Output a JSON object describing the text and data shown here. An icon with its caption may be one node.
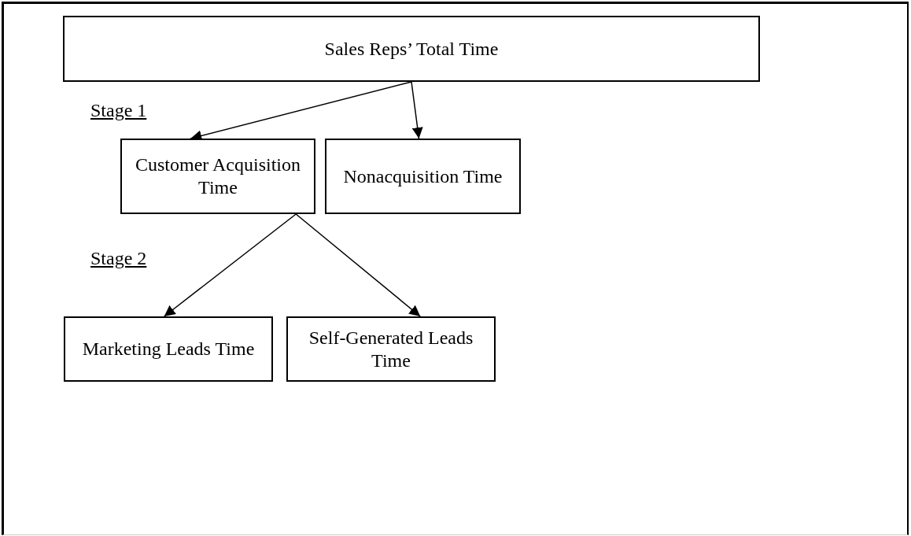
{
  "diagram": {
    "nodes": [
      {
        "text": [
          "Sales Reps’ Total Time"
        ]
      },
      {
        "text": [
          "Customer Acquisition Time"
        ]
      },
      {
        "text": [
          "Nonacquisition Time"
        ]
      },
      {
        "text": [
          "Marketing Leads Time"
        ]
      },
      {
        "text": [
          "Self-Generated Leads Time"
        ]
      }
    ],
    "edges": [
      {
        "from": 0,
        "to": 1,
        "arrow": "to"
      },
      {
        "from": 0,
        "to": 2,
        "arrow": "to"
      },
      {
        "from": 1,
        "to": 3,
        "arrow": "to"
      },
      {
        "from": 1,
        "to": 4,
        "arrow": "to"
      }
    ],
    "labels": [
      "Stage 1",
      "Stage 2"
    ]
  }
}
